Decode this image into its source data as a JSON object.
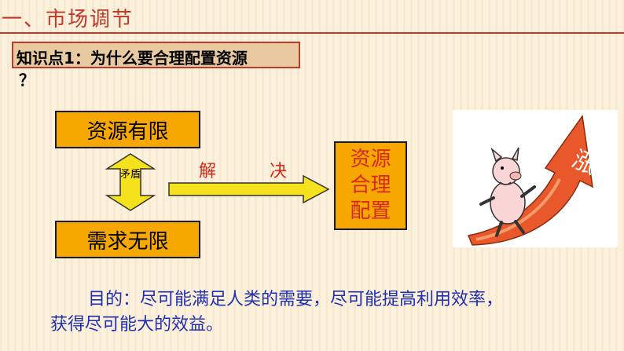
{
  "slide": {
    "title": "一、市场调节",
    "knowledge_point": "知识点1：为什么要合理配置资源",
    "knowledge_point_tail": "？",
    "box_limited": "资源有限",
    "box_unlimited": "需求无限",
    "conflict_label": "矛盾",
    "solve_char_1": "解",
    "solve_char_2": "决",
    "result_lines": [
      "资源",
      "合理",
      "配置"
    ],
    "purpose_line_1": "目的：尽可能满足人类的需要，尽可能提高利用效率，",
    "purpose_line_2": "获得尽可能大的效益。",
    "illustration_label": "涨"
  },
  "colors": {
    "title": "#c0392b",
    "box_fill": "#f7a800",
    "result_text": "#d7281b",
    "purpose_text": "#1f2fb3",
    "arrow_yellow": "#f6e21c",
    "rise_arrow": "#e8582a"
  },
  "icons": [
    "double-arrow-icon",
    "right-arrow-icon",
    "rising-arrow-pig-illustration"
  ]
}
